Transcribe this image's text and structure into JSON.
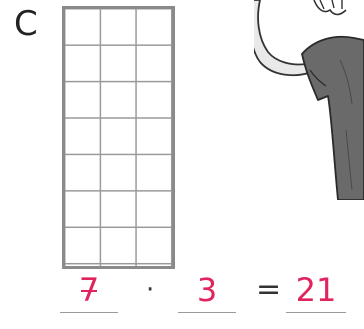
{
  "task": {
    "letter": "C"
  },
  "grid": {
    "columns": 3,
    "rows": 7
  },
  "equation": {
    "factor_1": "7",
    "operator": "·",
    "factor_2": "3",
    "equals": "=",
    "product": "21"
  },
  "colors": {
    "answer": "#e0245e",
    "grid_line": "#9a9a9a",
    "text": "#222222"
  },
  "icons": {
    "illustration": "child-raising-arms-cartoon"
  }
}
